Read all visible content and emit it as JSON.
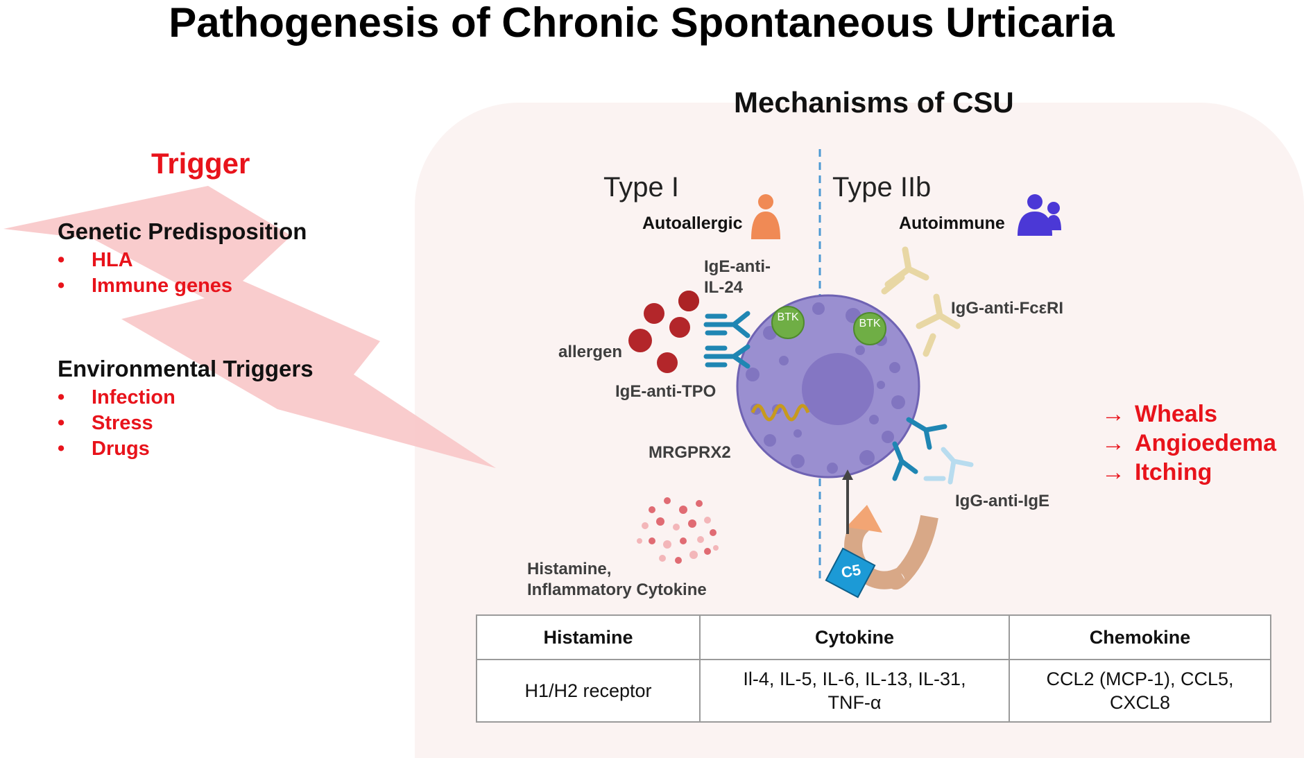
{
  "title": "Pathogenesis of Chronic Spontaneous Urticaria",
  "trigger": {
    "heading": "Trigger",
    "genetic": {
      "heading": "Genetic Predisposition",
      "items": [
        "HLA",
        "Immune genes"
      ]
    },
    "environmental": {
      "heading": "Environmental Triggers",
      "items": [
        "Infection",
        "Stress",
        "Drugs"
      ]
    }
  },
  "mechanisms": {
    "title": "Mechanisms of CSU",
    "type1": {
      "label": "Type I",
      "sublabel": "Autoallergic"
    },
    "type2b": {
      "label": "Type IIb",
      "sublabel": "Autoimmune"
    },
    "labels": {
      "ige_il24": [
        "IgE-anti-",
        "IL-24"
      ],
      "allergen": "allergen",
      "ige_tpo": "IgE-anti-TPO",
      "mrgprx2": "MRGPRX2",
      "btk": "BTK",
      "igg_fceri": "IgG-anti-FcεRI",
      "igg_ige": "IgG-anti-IgE",
      "c5": "C5",
      "histamine": [
        "Histamine,",
        "Inflammatory Cytokine"
      ]
    }
  },
  "outcomes": {
    "arrow": "→",
    "items": [
      "Wheals",
      "Angioedema",
      "Itching"
    ]
  },
  "mediators": {
    "headers": [
      "Histamine",
      "Cytokine",
      "Chemokine"
    ],
    "row": [
      [
        "H1/H2 receptor"
      ],
      [
        "Il-4, IL-5, IL-6, IL-13, IL-31,",
        "TNF-α"
      ],
      [
        "CCL2 (MCP-1), CCL5,",
        "CXCL8"
      ]
    ]
  },
  "colors": {
    "accent_red": "#e8131b",
    "trigger_bolt": "#f8c7c8",
    "panel_bg": "#fbf3f2",
    "cell": "#9a8fd0",
    "nucleus": "#8476c3",
    "btk": "#6fae45",
    "ige_receptor": "#1f86b3",
    "igg": "#e8d7a4",
    "c5": "#1c9ad6",
    "autoallergic_icon": "#f08a55",
    "autoimmune_icon": "#4b38d6",
    "particles": "#e06b73"
  }
}
